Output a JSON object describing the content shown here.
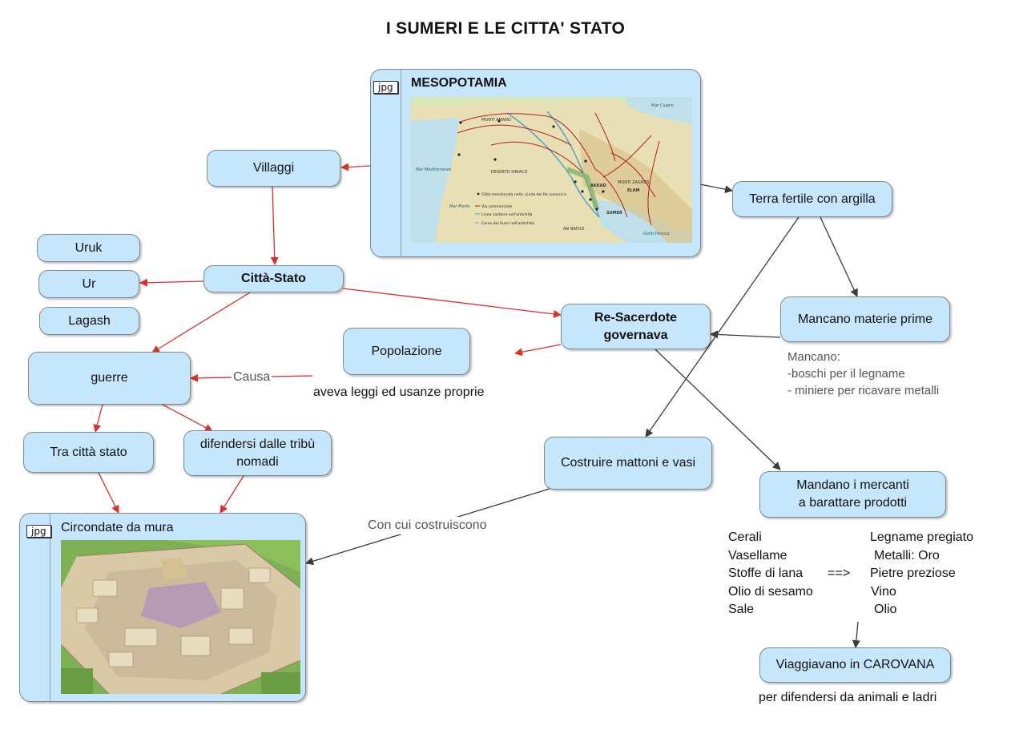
{
  "title": "I SUMERI E LE CITTA' STATO",
  "colors": {
    "node_fill": "#c6e6fb",
    "red_link": "#d8302a",
    "dark_link": "#3a3a3a"
  },
  "nodes": {
    "villaggi": "Villaggi",
    "citta_stato": "Città-Stato",
    "uruk": "Uruk",
    "ur": "Ur",
    "lagash": "Lagash",
    "guerre": "guerre",
    "popolazione": "Popolazione",
    "re_sacerdote": "Re-Sacerdote\ngovernava",
    "tra_citta": "Tra città stato",
    "difendersi": "difendersi dalle tribù\nnomadi",
    "terra_fertile": "Terra fertile con argilla",
    "mancano_materie": "Mancano materie prime",
    "costruire": "Costruire mattoni e vasi",
    "mandano": "Mandano i mercanti\na barattare prodotti",
    "carovana": "Viaggiavano in CAROVANA"
  },
  "images": {
    "mesopotamia": {
      "badge": "jpg",
      "title": "MESOPOTAMIA",
      "icon": "map-image"
    },
    "mura": {
      "badge": "jpg",
      "title": "Circondate da mura",
      "icon": "city-walls-image"
    }
  },
  "map_labels": {
    "mar_caspio": "Mar Caspio",
    "mar_mediterraneo": "Mar Mediterraneo",
    "deserto": "DESERTO SIRIACO",
    "zagros": "MONTI ZAGROS",
    "golfo": "Golfo Persico",
    "an_nafud": "AN NAFUD",
    "mar_morto": "Mar Morto",
    "elam": "ELAM",
    "sumer": "SUMER",
    "akkad": "AKKAD",
    "amano": "MONTI AMANO",
    "legend1": "Città menzionata nella «Lista dei Re sumerici»",
    "legend2": "Via commerciale",
    "legend3": "Linea costiera nell'antichità",
    "legend4": "Corso dei fiumi nell'antichità"
  },
  "link_labels": {
    "causa": "Causa",
    "con_cui": "Con cui costruiscono"
  },
  "texts": {
    "leggi": "aveva leggi ed usanze proprie",
    "mancano_title": "Mancano:",
    "mancano_1": "-boschi per il legname",
    "mancano_2": "- miniere per ricavare metalli",
    "difendersi_animali": "per difendersi da animali e ladri",
    "barter_left": [
      "Cerali",
      "Vasellame",
      "Stoffe di lana",
      "Olio di sesamo",
      "Sale"
    ],
    "barter_arrow": "==>",
    "barter_right": [
      "Legname pregiato",
      "Metalli: Oro",
      "Pietre preziose",
      "Vino",
      "Olio"
    ]
  }
}
